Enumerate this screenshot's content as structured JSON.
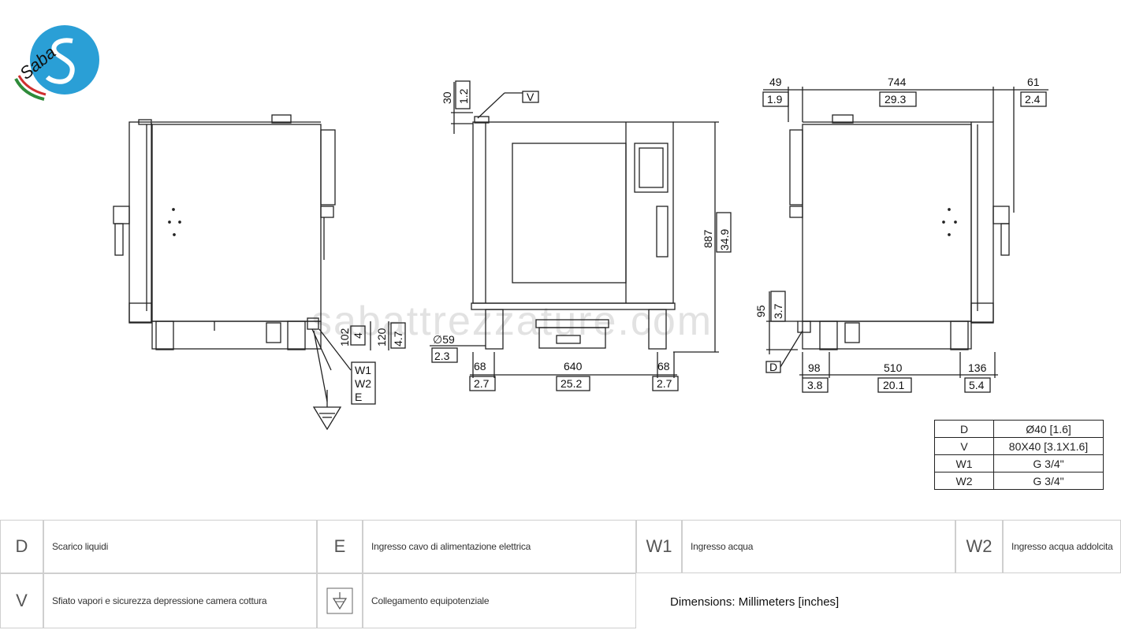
{
  "brand": {
    "logo_text": "Saba",
    "logo_color": "#2a9fd6",
    "flag_colors": [
      "#2e8b3a",
      "#d8d8d8",
      "#d03030"
    ]
  },
  "watermark": "sabattrezzature.com",
  "side_left": {
    "labels": {
      "connections": [
        "W1",
        "W2",
        "E"
      ]
    },
    "dims": {
      "h1_mm": "102",
      "h1_in": "4",
      "h2_mm": "120",
      "h2_in": "4.7"
    }
  },
  "front": {
    "dims": {
      "top_mm": "30",
      "top_in": "1.2",
      "vent_label": "V",
      "height_mm": "887",
      "height_in": "34.9",
      "foot_dia": "∅59",
      "foot_dia_in": "2.3",
      "left_mm": "68",
      "left_in": "2.7",
      "width_mm": "640",
      "width_in": "25.2",
      "right_mm": "68",
      "right_in": "2.7"
    }
  },
  "side_right": {
    "dims": {
      "left_mm": "49",
      "left_in": "1.9",
      "depth_mm": "744",
      "depth_in": "29.3",
      "right_mm": "61",
      "right_in": "2.4",
      "drain_h_mm": "95",
      "drain_h_in": "3.7",
      "drain_label": "D",
      "b_left_mm": "98",
      "b_left_in": "3.8",
      "b_mid_mm": "510",
      "b_mid_in": "20.1",
      "b_right_mm": "136",
      "b_right_in": "5.4"
    }
  },
  "spec_table": [
    {
      "code": "D",
      "value": "Ø40 [1.6]"
    },
    {
      "code": "V",
      "value": "80X40 [3.1X1.6]"
    },
    {
      "code": "W1",
      "value": "G 3/4\""
    },
    {
      "code": "W2",
      "value": "G 3/4\""
    }
  ],
  "legend": {
    "row1": [
      {
        "code": "D",
        "desc": "Scarico liquidi"
      },
      {
        "code": "E",
        "desc": "Ingresso cavo di alimentazione elettrica"
      },
      {
        "code": "W1",
        "desc": "Ingresso acqua"
      },
      {
        "code": "W2",
        "desc": "Ingresso acqua addolcita"
      }
    ],
    "row2": [
      {
        "code": "V",
        "desc": "Sfiato vapori e sicurezza depressione camera cottura"
      },
      {
        "code": "ground-icon",
        "desc": "Collegamento equipotenziale"
      }
    ],
    "note": "Dimensions: Millimeters [inches]"
  }
}
